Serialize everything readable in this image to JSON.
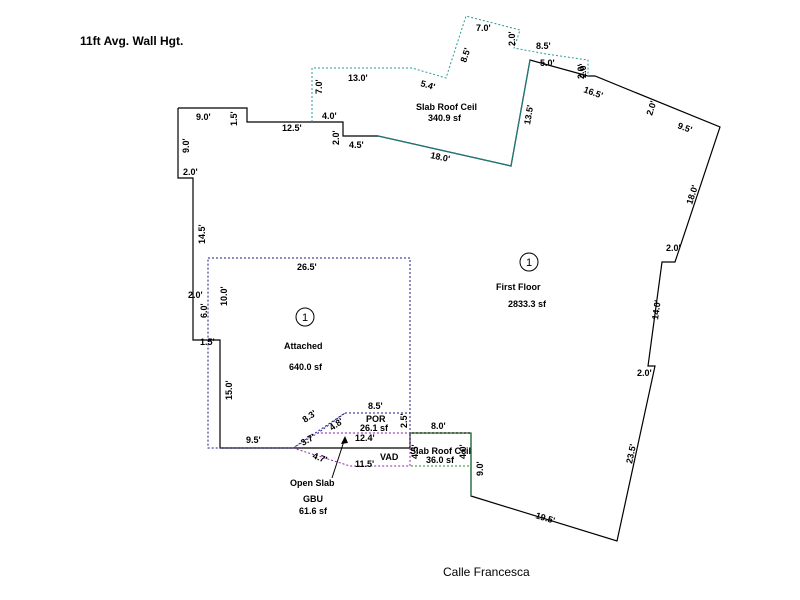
{
  "header": {
    "wall_height": "11ft Avg. Wall Hgt."
  },
  "footer": {
    "street": "Calle Francesca"
  },
  "areas": {
    "first_floor": {
      "badge": "1",
      "name": "First Floor",
      "size": "2833.3 sf"
    },
    "attached": {
      "badge": "1",
      "name": "Attached",
      "size": "640.0 sf"
    },
    "slab_roof_ceil_top": {
      "name": "Slab Roof Ceil",
      "size": "340.9 sf"
    },
    "slab_roof_ceil_small": {
      "name": "Slab Roof Ceil",
      "size": "36.0 sf"
    },
    "por": {
      "name": "POR",
      "size": "26.1 sf"
    },
    "vad": {
      "name": "VAD"
    },
    "open_slab": {
      "name": "Open Slab"
    },
    "gbu": {
      "name": "GBU",
      "size": "61.6 sf"
    }
  },
  "dimensions": {
    "d_9_0_top": "9.0'",
    "d_1_5_top": "1.5'",
    "d_12_5": "12.5'",
    "d_4_0": "4.0'",
    "d_2_0_step": "2.0'",
    "d_4_5": "4.5'",
    "d_18_0_diag": "18.0'",
    "d_13_5": "13.5'",
    "d_5_0": "5.0'",
    "d_2_0_notch": "2.0'",
    "d_16_5": "16.5'",
    "d_2_0_right_a": "2.0'",
    "d_9_5_right": "9.5'",
    "d_18_0_right": "18.0'",
    "d_2_0_right_b": "2.0'",
    "d_14_0": "14.0'",
    "d_2_0_right_c": "2.0'",
    "d_23_5": "23.5'",
    "d_19_5": "19.5'",
    "d_9_0_mid": "9.0'",
    "d_8_0": "8.0'",
    "d_9_0_left": "9.0'",
    "d_2_0_left_a": "2.0'",
    "d_14_5": "14.5'",
    "d_2_0_left_b": "2.0'",
    "d_6_0": "6.0'",
    "d_10_0": "10.0'",
    "d_1_5_left": "1.5'",
    "d_15_0": "15.0'",
    "d_9_5_bottom": "9.5'",
    "d_26_5": "26.5'",
    "d_7_0_slab": "7.0'",
    "d_13_0_slab": "13.0'",
    "d_5_4_slab": "5.4'",
    "d_8_5_slab": "8.5'",
    "d_7_0_top": "7.0'",
    "d_2_0_top": "2.0'",
    "d_8_5_top": "8.5'",
    "d_2_0_top_b": "2.0'",
    "d_8_3": "8.3'",
    "d_8_5_por": "8.5'",
    "d_4_8": "4.8'",
    "d_2_5": "2.5'",
    "d_3_7": "3.7'",
    "d_12_4": "12.4'",
    "d_4_7": "4.7'",
    "d_11_5": "11.5'",
    "d_4_5_small": "4.5'",
    "d_4_0_small": "4.0'"
  },
  "colors": {
    "outline": "#000000",
    "teal": "#1f7a7a",
    "teal_dotted": "#2a9aa0",
    "navy_dotted": "#1a1a8c",
    "purple_dotted": "#8a2aa8",
    "green_dotted": "#2a8a2a",
    "green_solid": "#1f6e3a"
  }
}
